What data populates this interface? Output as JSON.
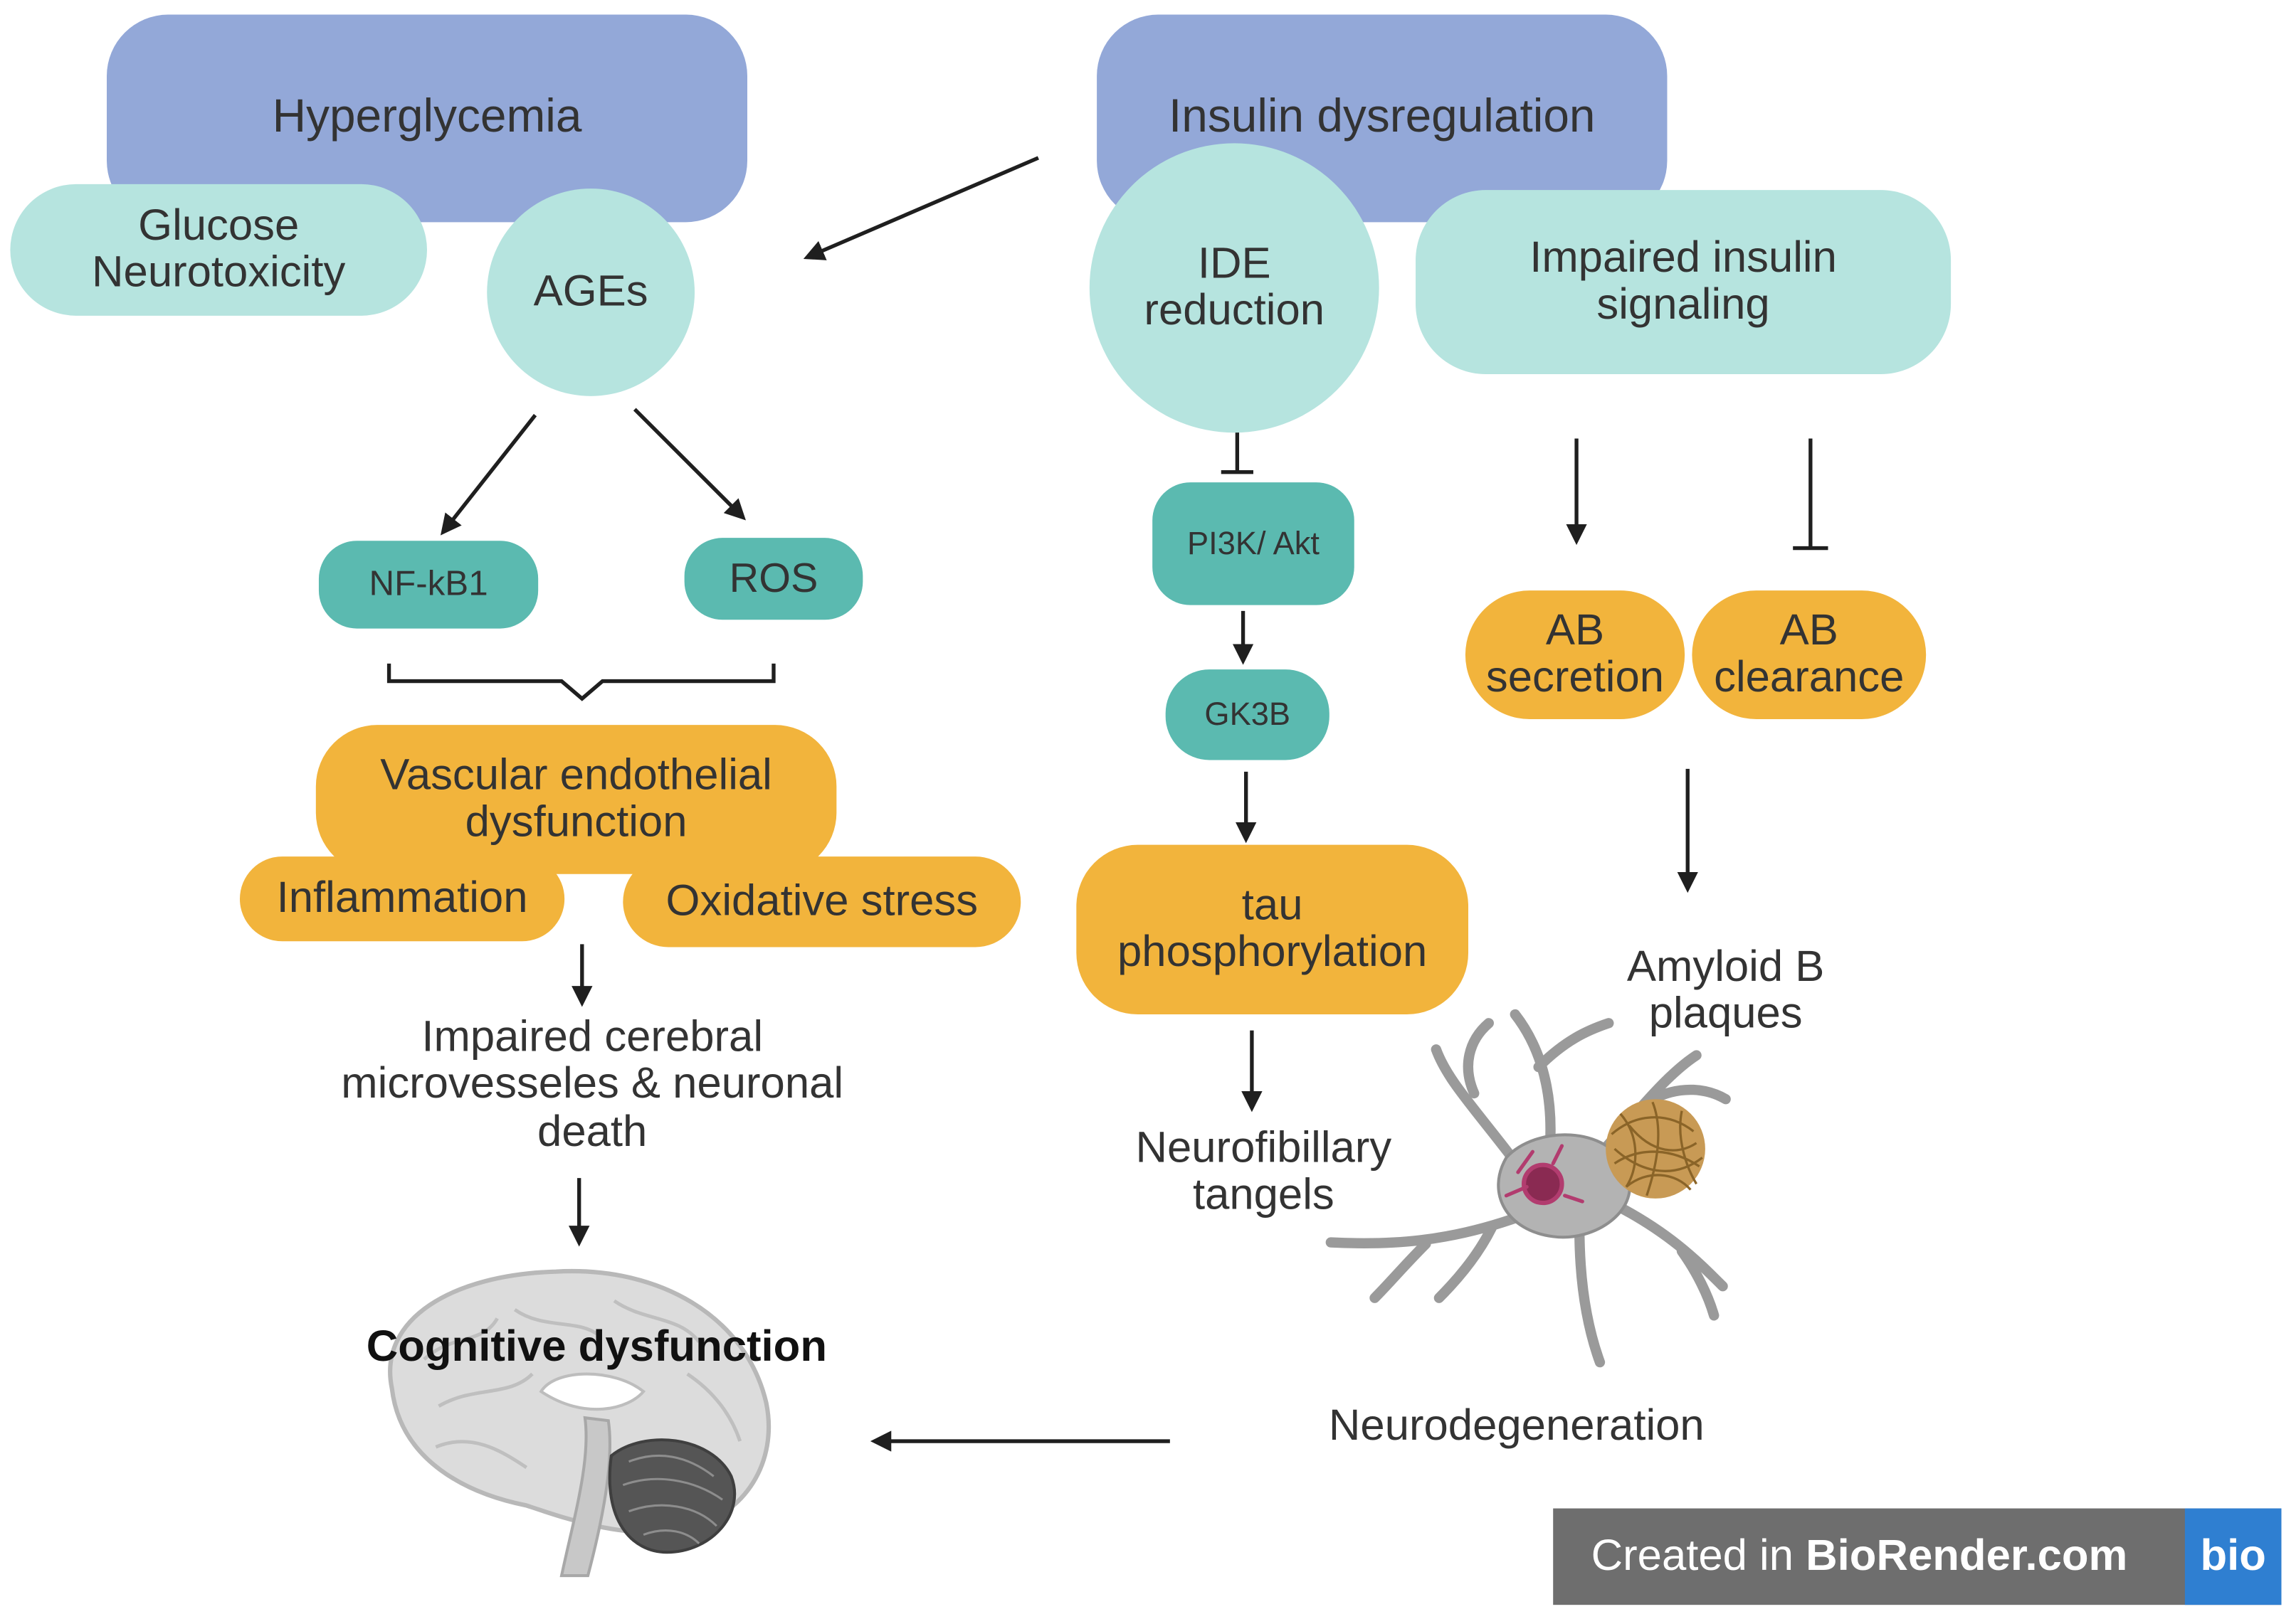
{
  "colors": {
    "purple_box": "#93a8d8",
    "mint_box": "#b6e4df",
    "teal_box": "#5bbab0",
    "orange_box": "#f2b43c",
    "text": "#333333",
    "arrow": "#1f1f1f",
    "watermark_bg": "#6e6e6e",
    "watermark_logo": "#2f7fd1"
  },
  "left": {
    "hyperglycemia": "Hyperglycemia",
    "glucose_neurotoxicity": "Glucose\nNeurotoxicity",
    "ages": "AGEs",
    "nfkb1": "NF-kB1",
    "ros": "ROS",
    "vascular_endothelial": "Vascular endothelial\ndysfunction",
    "inflammation": "Inflammation",
    "oxidative_stress": "Oxidative stress",
    "impaired_microvessels": "Impaired cerebral\nmicrovesseles & neuronal\ndeath",
    "cognitive_dysfunction": "Cognitive dysfunction"
  },
  "right": {
    "insulin_dysregulation": "Insulin dysregulation",
    "ide_reduction": "IDE\nreduction",
    "impaired_insulin_signaling": "Impaired insulin\nsignaling",
    "pi3k_akt": "PI3K/ Akt",
    "gk3b": "GK3B",
    "tau_phosphorylation": "tau\nphosphorylation",
    "neurofibrillary_tangels": "Neurofibillary\ntangels",
    "ab_secretion": "AB\nsecretion",
    "ab_clearance": "AB\nclearance",
    "amyloid_plaques": "Amyloid B\nplaques",
    "neurodegeneration": "Neurodegeneration"
  },
  "watermark": {
    "prefix": "Created in ",
    "brand": "BioRender.com",
    "logo": "bio"
  }
}
